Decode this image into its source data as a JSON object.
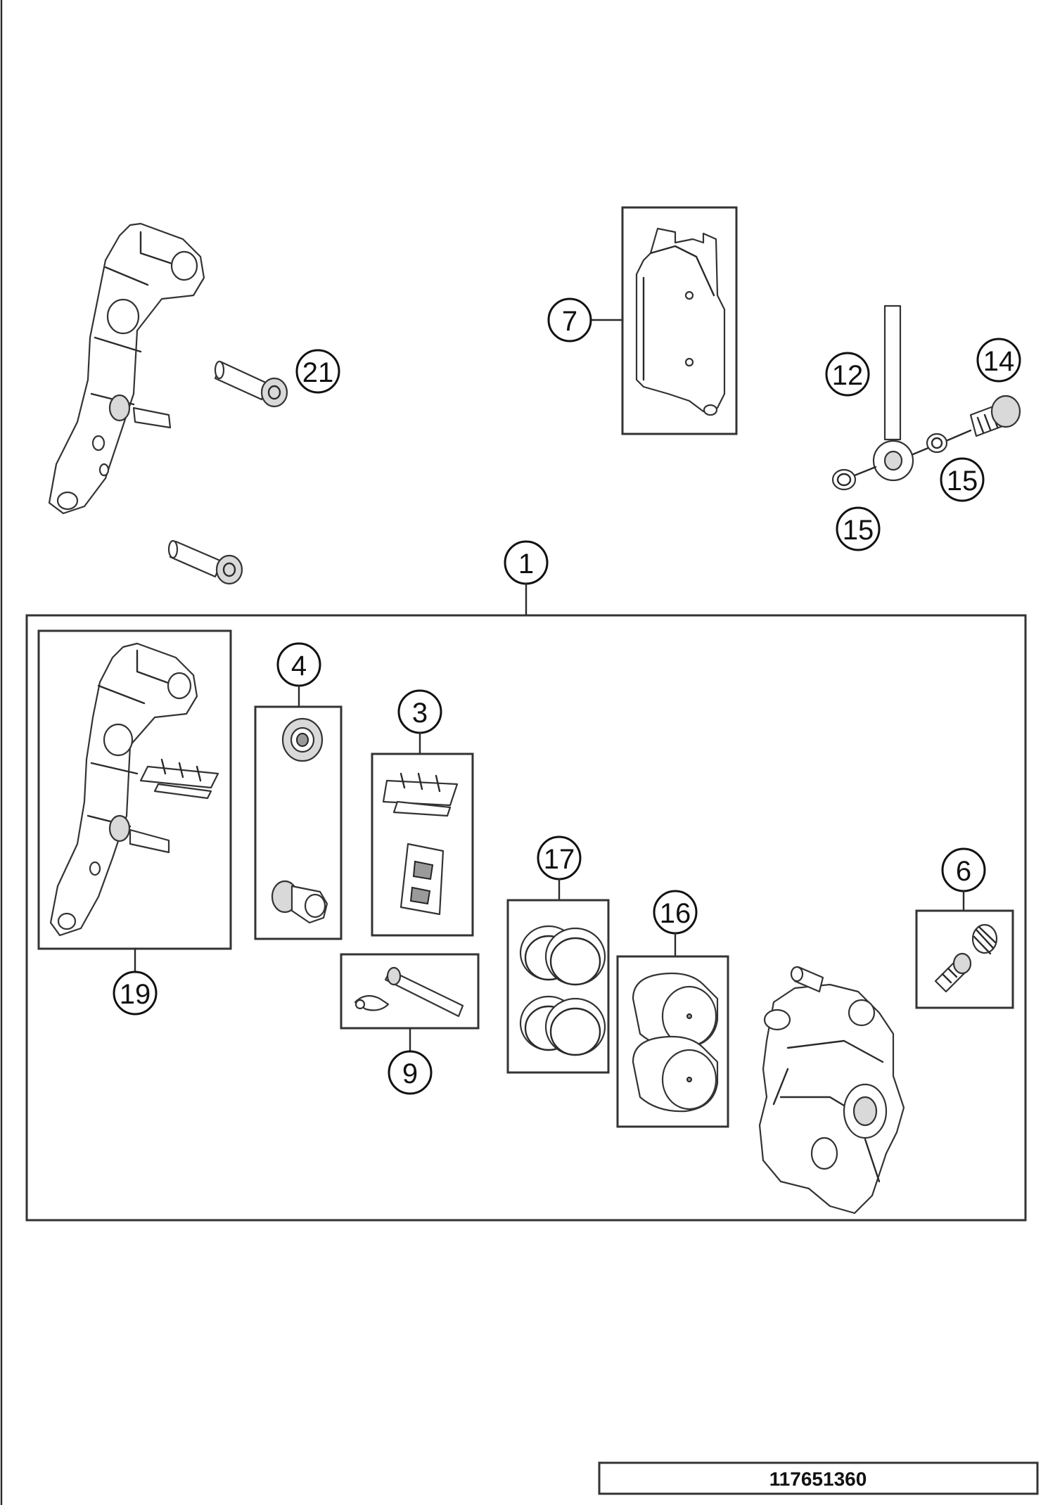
{
  "callouts": {
    "c1": "1",
    "c3": "3",
    "c4": "4",
    "c6": "6",
    "c7": "7",
    "c9": "9",
    "c12": "12",
    "c14": "14",
    "c15a": "15",
    "c15b": "15",
    "c16": "16",
    "c17": "17",
    "c19": "19",
    "c21": "21"
  },
  "footer": {
    "code": "117651360"
  }
}
